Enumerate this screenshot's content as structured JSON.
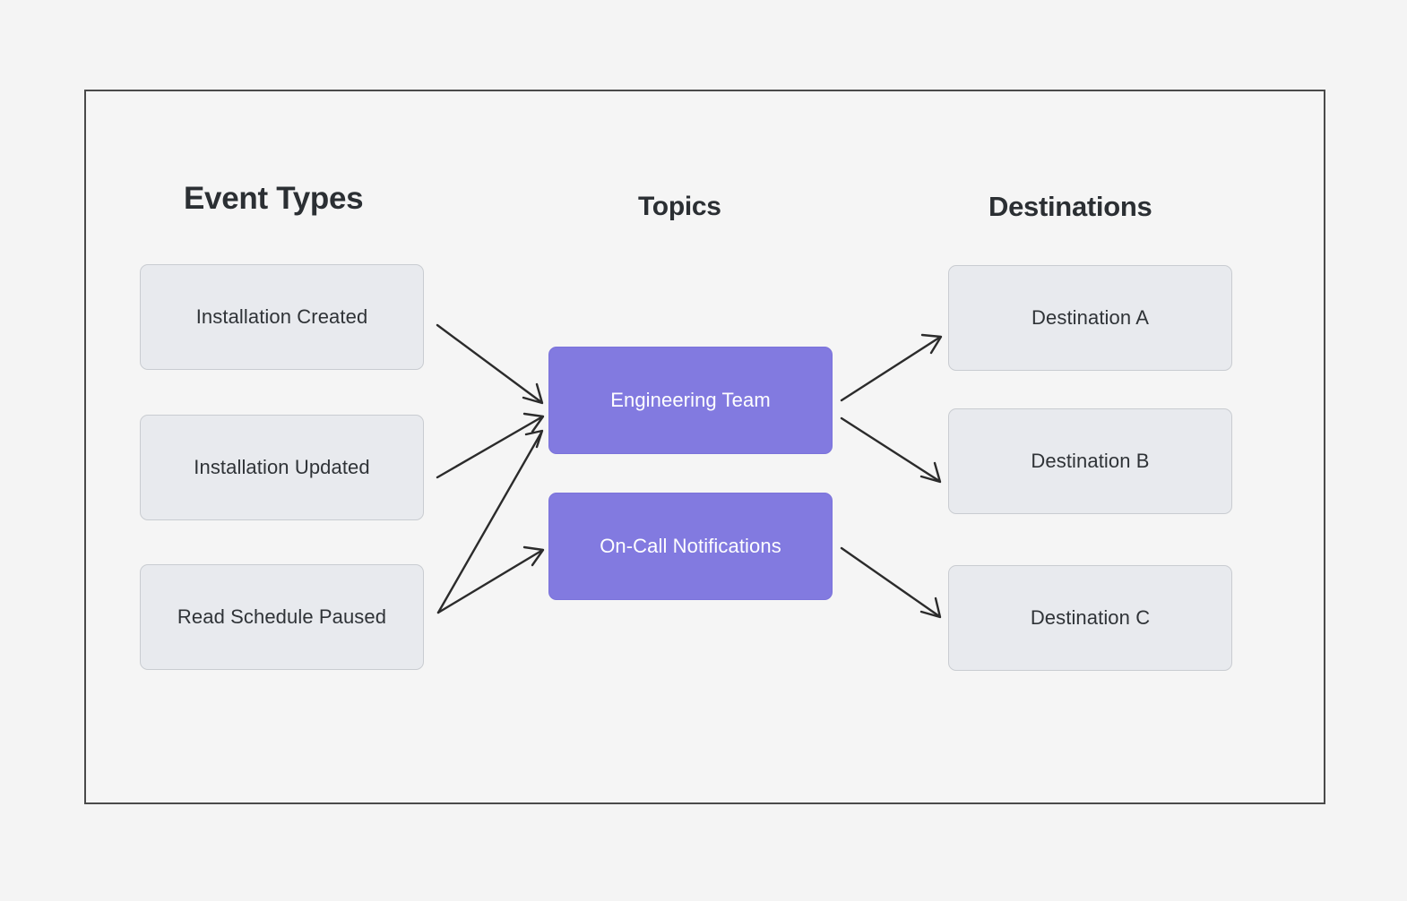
{
  "diagram": {
    "background_color": "#f4f4f4",
    "frame_border_color": "#4a4a4a",
    "accent_color": "#827ae0",
    "node_fill_color": "#e8eaee",
    "node_border_color": "#c9ccd1",
    "arrow_color": "#2b2b2b",
    "columns": {
      "event_types": {
        "heading": "Event Types",
        "nodes": [
          {
            "label": "Installation Created"
          },
          {
            "label": "Installation Updated"
          },
          {
            "label": "Read Schedule Paused"
          }
        ]
      },
      "topics": {
        "heading": "Topics",
        "nodes": [
          {
            "label": "Engineering Team"
          },
          {
            "label": "On-Call Notifications"
          }
        ]
      },
      "destinations": {
        "heading": "Destinations",
        "nodes": [
          {
            "label": "Destination A"
          },
          {
            "label": "Destination B"
          },
          {
            "label": "Destination C"
          }
        ]
      }
    },
    "connections": [
      {
        "from": "Installation Created",
        "to": "Engineering Team"
      },
      {
        "from": "Installation Updated",
        "to": "Engineering Team"
      },
      {
        "from": "Read Schedule Paused",
        "to": "Engineering Team"
      },
      {
        "from": "Read Schedule Paused",
        "to": "On-Call Notifications"
      },
      {
        "from": "Engineering Team",
        "to": "Destination A"
      },
      {
        "from": "Engineering Team",
        "to": "Destination B"
      },
      {
        "from": "On-Call Notifications",
        "to": "Destination C"
      }
    ]
  }
}
